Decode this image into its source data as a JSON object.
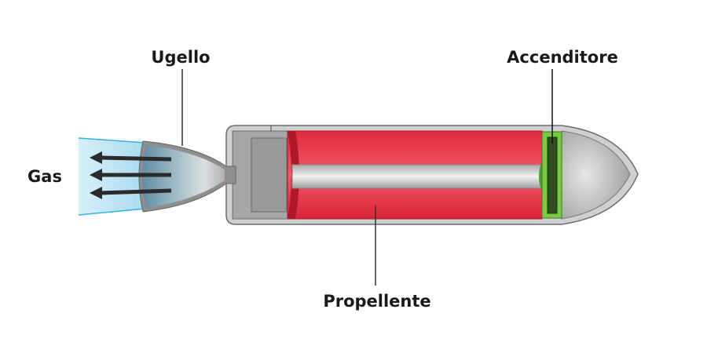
{
  "diagram": {
    "labels": {
      "nozzle": "Ugello",
      "igniter": "Accenditore",
      "propellant": "Propellente",
      "gas": "Gas"
    },
    "colors": {
      "propellant": "#e8384a",
      "igniter": "#7ac943",
      "casing": "#b5b5b5",
      "plume": "#bfe6f5"
    }
  }
}
